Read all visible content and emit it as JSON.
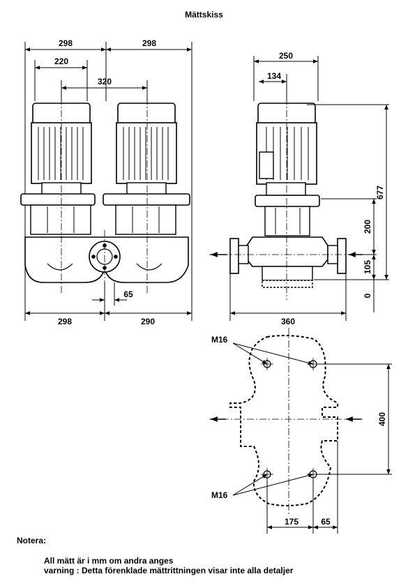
{
  "title": "Mättskiss",
  "front_view": {
    "dim_overall_left": "298",
    "dim_overall_right": "298",
    "dim_motor_offset": "220",
    "dim_center_distance": "320",
    "dim_bottom_left": "298",
    "dim_bottom_right": "290",
    "dim_flange_offset": "65"
  },
  "side_view": {
    "dim_width": "250",
    "dim_offset": "134",
    "dim_height": "677",
    "dim_200": "200",
    "dim_105": "105",
    "dim_zero": "0",
    "dim_base": "360"
  },
  "base_view": {
    "bolt_label_top": "M16",
    "bolt_label_bottom": "M16",
    "dim_400": "400",
    "dim_175": "175",
    "dim_65": "65"
  },
  "notes": {
    "heading": "Notera:",
    "line1": "All mätt är i mm om andra anges",
    "line2": "varning : Detta förenklade mättrittningen visar inte alla detaljer"
  }
}
